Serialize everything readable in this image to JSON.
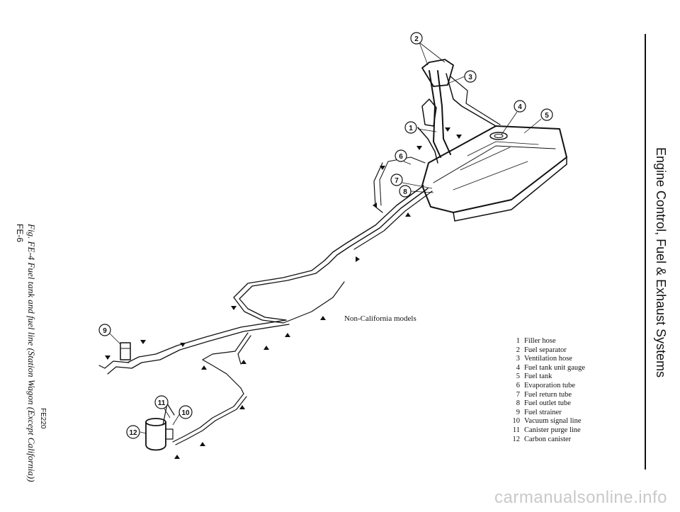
{
  "side_title": "Engine Control, Fuel & Exhaust Systems",
  "caption": {
    "ref": "FE220",
    "text": "Fig. FE-4  Fuel tank and fuel line (Station Wagon (Except California))",
    "page": "FE-6"
  },
  "model_note": "Non-California models",
  "legend": [
    {
      "num": "1",
      "label": "Filler hose"
    },
    {
      "num": "2",
      "label": "Fuel separator"
    },
    {
      "num": "3",
      "label": "Ventilation hose"
    },
    {
      "num": "4",
      "label": "Fuel tank unit gauge"
    },
    {
      "num": "5",
      "label": "Fuel tank"
    },
    {
      "num": "6",
      "label": "Evaporation tube"
    },
    {
      "num": "7",
      "label": "Fuel return tube"
    },
    {
      "num": "8",
      "label": "Fuel outlet tube"
    },
    {
      "num": "9",
      "label": "Fuel strainer"
    },
    {
      "num": "10",
      "label": "Vacuum signal line"
    },
    {
      "num": "11",
      "label": "Canister purge line"
    },
    {
      "num": "12",
      "label": "Carbon canister"
    }
  ],
  "callouts": [
    "1",
    "2",
    "3",
    "4",
    "5",
    "6",
    "7",
    "8",
    "9",
    "10",
    "11",
    "12"
  ],
  "watermark": "carmanualsonline.info"
}
